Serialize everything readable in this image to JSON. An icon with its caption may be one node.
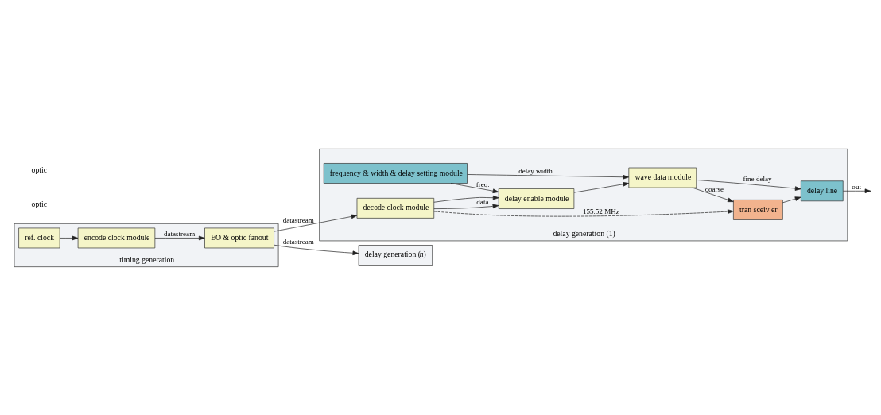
{
  "diagram": {
    "nodes": [
      {
        "text": [
          "timing generation"
        ]
      },
      {
        "text": [
          "ref. clock"
        ],
        "in": 0
      },
      {
        "text": [
          "encode clock module"
        ],
        "in": 0
      },
      {
        "text": [
          "EO & optic fanout"
        ],
        "in": 0
      },
      {
        "text": [
          "delay generation (1)"
        ]
      },
      {
        "text": [
          "frequency & width & delay setting module"
        ],
        "in": 4
      },
      {
        "text": [
          "delay enable module"
        ],
        "in": 4
      },
      {
        "text": [
          "wave data module"
        ],
        "in": 4
      },
      {
        "text": [
          "tran sceiv er"
        ],
        "in": 4
      },
      {
        "text": [
          "delay line"
        ],
        "in": 4
      },
      {
        "text": [
          "decode clock module"
        ],
        "in": 4
      },
      {
        "text": [
          "delay generation (*n*)"
        ]
      }
    ],
    "edges": [
      {
        "from": 1,
        "to": 2,
        "arrow": "to"
      },
      {
        "from": 2,
        "to": 3,
        "arrow": "to",
        "label": "datastream"
      },
      {
        "from": 3,
        "to": 10,
        "arrow": "to",
        "label": "datastream"
      },
      {
        "from": 3,
        "to": 11,
        "arrow": "to",
        "label": "datastream"
      },
      {
        "from": 5,
        "to": 6,
        "arrow": "to",
        "label": "freq."
      },
      {
        "from": 5,
        "to": 7,
        "arrow": "to",
        "label": "delay width"
      },
      {
        "from": 6,
        "to": 7,
        "arrow": "to"
      },
      {
        "from": 7,
        "to": 9,
        "arrow": "to",
        "label": "fine delay"
      },
      {
        "from": 7,
        "to": 8,
        "arrow": "to",
        "label": "coarse"
      },
      {
        "from": 10,
        "to": 6,
        "arrow": "to",
        "label": "data"
      },
      {
        "from": 10,
        "to": 6,
        "arrow": "to"
      },
      {
        "from": 10,
        "to": 8,
        "arrow": "to",
        "label": "155.52 MHz",
        "style": "dashed"
      },
      {
        "from": 8,
        "to": 9,
        "arrow": "to"
      },
      {
        "from": 9,
        "to": null,
        "arrow": "to",
        "label": "out"
      }
    ],
    "labels": [
      "optic",
      "optic"
    ]
  }
}
